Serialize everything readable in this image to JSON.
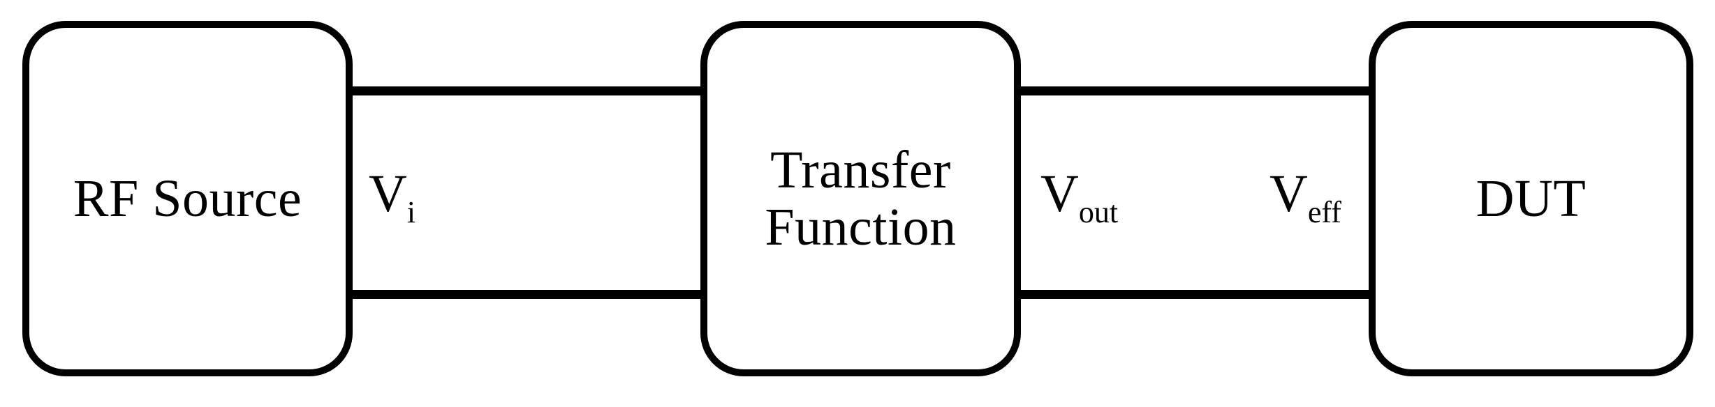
{
  "diagram": {
    "title": "RF measurement signal chain block diagram",
    "background_color": "#ffffff",
    "line_color": "#000000",
    "blocks": [
      {
        "id": "rf-source",
        "label": "RF Source"
      },
      {
        "id": "transfer-function",
        "label": "Transfer\nFunction"
      },
      {
        "id": "dut",
        "label": "DUT"
      }
    ],
    "signals": [
      {
        "id": "vi",
        "base": "V",
        "subscript": "i",
        "from": "rf-source",
        "to": "transfer-function"
      },
      {
        "id": "vout",
        "base": "V",
        "subscript": "out",
        "from": "transfer-function",
        "to": "dut"
      },
      {
        "id": "veff",
        "base": "V",
        "subscript": "eff",
        "from": "transfer-function",
        "to": "dut"
      }
    ]
  }
}
